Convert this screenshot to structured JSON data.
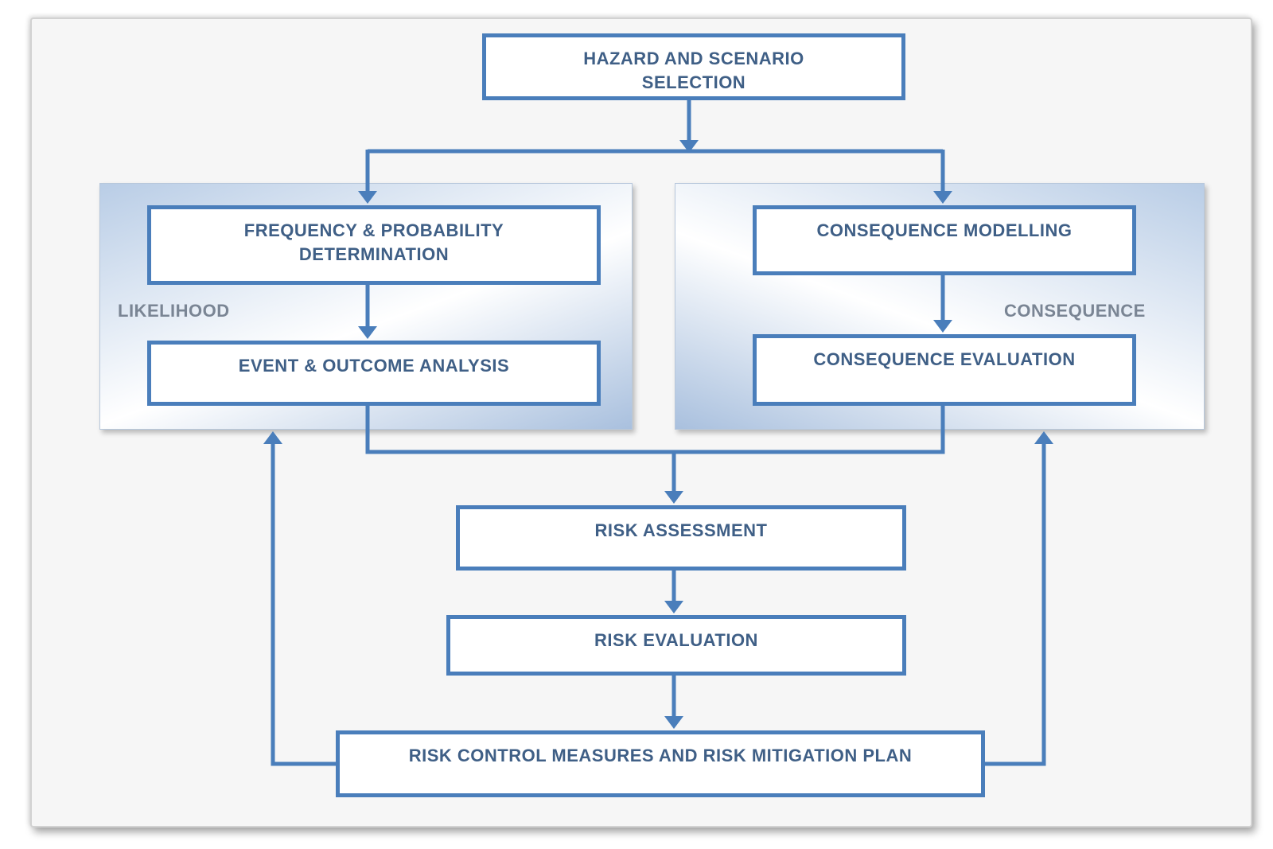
{
  "nodes": {
    "hazard": "HAZARD AND SCENARIO SELECTION",
    "frequency": "FREQUENCY & PROBABILITY DETERMINATION",
    "event": "EVENT & OUTCOME ANALYSIS",
    "consequence_modelling": "CONSEQUENCE MODELLING",
    "consequence_evaluation": "CONSEQUENCE EVALUATION",
    "risk_assessment": "RISK ASSESSMENT",
    "risk_evaluation": "RISK EVALUATION",
    "risk_control": "RISK CONTROL MEASURES AND RISK MITIGATION PLAN"
  },
  "groups": {
    "likelihood": "LIKELIHOOD",
    "consequence": "CONSEQUENCE"
  },
  "colors": {
    "box_border": "#4a7ebb",
    "box_text": "#3f5f86",
    "group_label": "#7a8594"
  }
}
